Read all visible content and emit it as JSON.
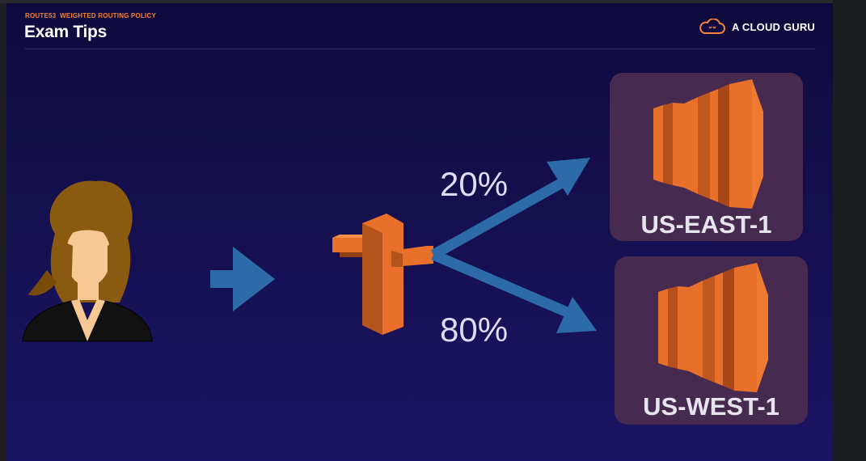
{
  "header": {
    "breadcrumb_section": "ROUTE53",
    "breadcrumb_topic": "WEIGHTED ROUTING POLICY",
    "title": "Exam Tips",
    "brand_name": "A CLOUD GURU"
  },
  "diagram": {
    "routes": [
      {
        "weight_label": "20%",
        "region": "US-EAST-1"
      },
      {
        "weight_label": "80%",
        "region": "US-WEST-1"
      }
    ],
    "icons": [
      "user-icon",
      "arrow-right-icon",
      "route53-icon",
      "ec2-icon"
    ]
  },
  "colors": {
    "background_top": "#0e0a3d",
    "background_bottom": "#1b1464",
    "accent_orange": "#f5823a",
    "aws_orange": "#e8702a",
    "arrow_blue": "#2d6aa8",
    "region_box": "#472a50"
  }
}
